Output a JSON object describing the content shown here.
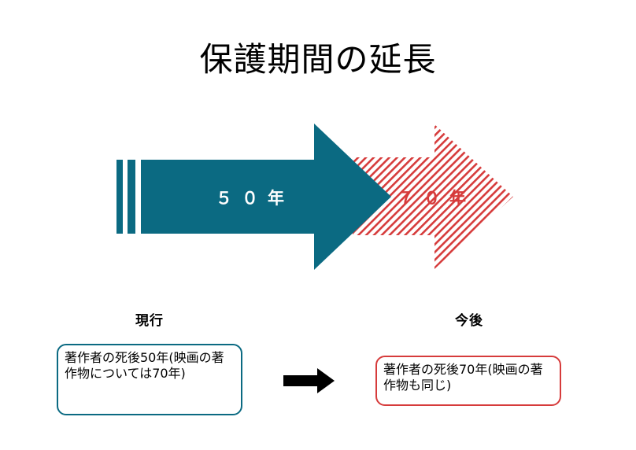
{
  "title": "保護期間の延長",
  "arrow_current_label": "５０年",
  "arrow_future_label": "７０年",
  "label_current": "現行",
  "label_future": "今後",
  "box_current_text": "著作者の死後50年(映画の著作物については70年)",
  "box_future_text": "著作者の死後70年(映画の著作物も同じ)",
  "colors": {
    "current": "#0b6a82",
    "future": "#d63b3b"
  }
}
